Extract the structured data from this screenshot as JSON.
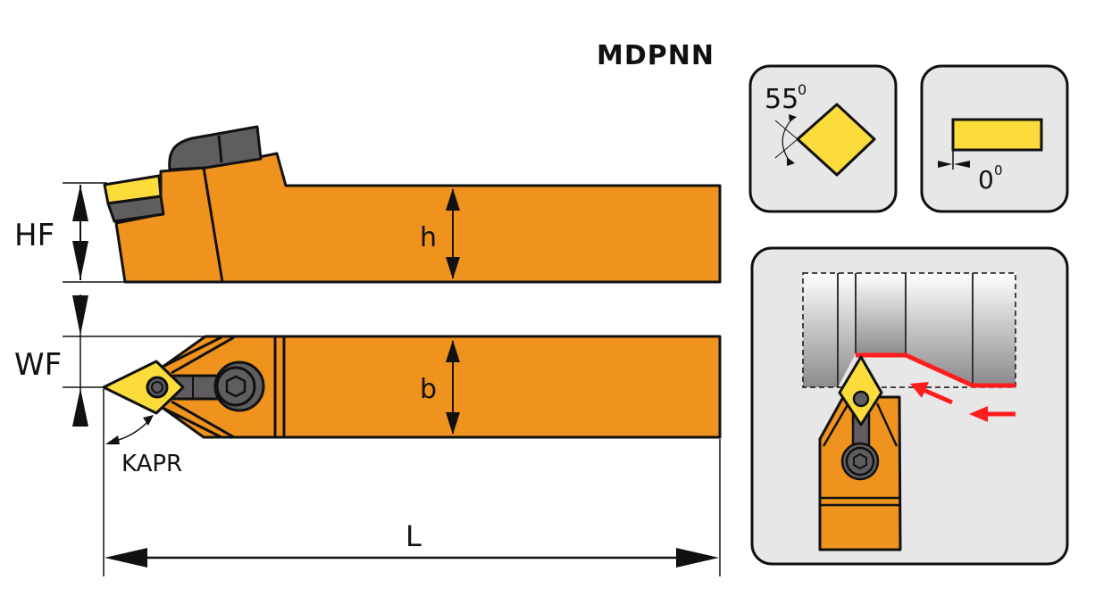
{
  "title": "MDPNN",
  "dimensions": {
    "hf": "HF",
    "h": "h",
    "wf": "WF",
    "b": "b",
    "kapr": "KAPR",
    "l": "L"
  },
  "insert_shape": {
    "angle_value": "55",
    "angle_unit": "0"
  },
  "clearance": {
    "angle_value": "0",
    "angle_unit": "0"
  },
  "colors": {
    "body": "#f0931e",
    "insert": "#fbdc3a",
    "clamp": "#5f5d5f",
    "panel": "#e8e7e8",
    "feed_arrow": "#ff1d1d"
  }
}
